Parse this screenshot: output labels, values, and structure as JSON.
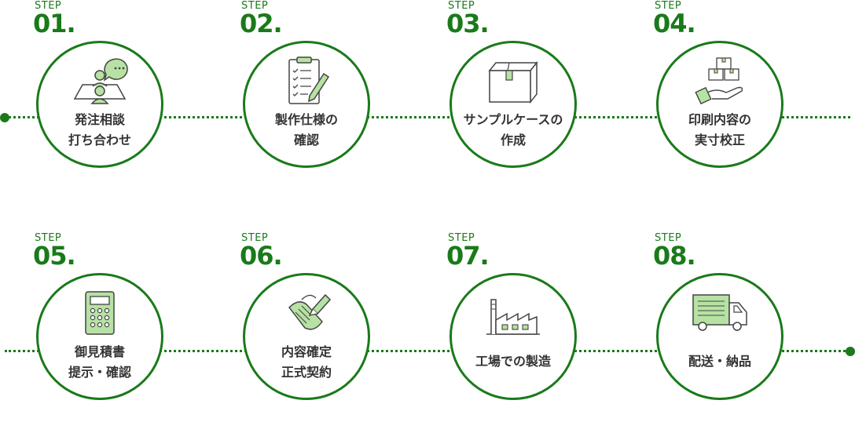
{
  "colors": {
    "accent": "#1a7a1a",
    "icon_fill": "#b7e2a3",
    "icon_stroke": "#444444",
    "text": "#333333"
  },
  "steps": [
    {
      "label": "STEP",
      "number": "01.",
      "line1": "発注相談",
      "line2": "打ち合わせ",
      "icon": "consultation-icon"
    },
    {
      "label": "STEP",
      "number": "02.",
      "line1": "製作仕様の",
      "line2": "確認",
      "icon": "clipboard-checklist-icon"
    },
    {
      "label": "STEP",
      "number": "03.",
      "line1": "サンプルケースの",
      "line2": "作成",
      "icon": "box-icon"
    },
    {
      "label": "STEP",
      "number": "04.",
      "line1": "印刷内容の",
      "line2": "実寸校正",
      "icon": "hand-boxes-icon"
    },
    {
      "label": "STEP",
      "number": "05.",
      "line1": "御見積書",
      "line2": "提示・確認",
      "icon": "calculator-icon"
    },
    {
      "label": "STEP",
      "number": "06.",
      "line1": "内容確定",
      "line2": "正式契約",
      "icon": "contract-pen-icon"
    },
    {
      "label": "STEP",
      "number": "07.",
      "line1": "工場での製造",
      "line2": "",
      "icon": "factory-icon"
    },
    {
      "label": "STEP",
      "number": "08.",
      "line1": "配送・納品",
      "line2": "",
      "icon": "truck-icon"
    }
  ]
}
